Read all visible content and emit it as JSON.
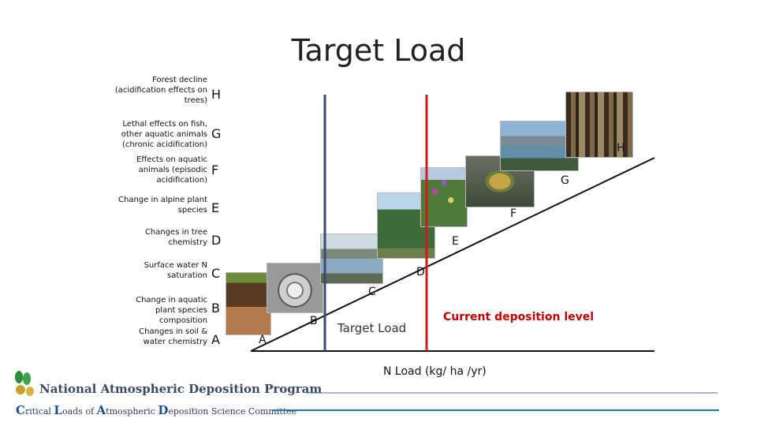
{
  "title": "Target Load",
  "levels": [
    {
      "letter": "H",
      "description": "Forest decline (acidification effects on trees)"
    },
    {
      "letter": "G",
      "description": "Lethal effects on fish, other aquatic animals (chronic acidification)"
    },
    {
      "letter": "F",
      "description": "Effects on aquatic animals (episodic acidification)"
    },
    {
      "letter": "E",
      "description": "Change in alpine plant species"
    },
    {
      "letter": "D",
      "description": "Changes in tree chemistry"
    },
    {
      "letter": "C",
      "description": "Surface water N saturation"
    },
    {
      "letter": "B",
      "description": "Change in aquatic plant species composition"
    },
    {
      "letter": "A",
      "description": "Changes in soil & water chemistry"
    }
  ],
  "curve_points": [
    "A",
    "B",
    "C",
    "D",
    "E",
    "F",
    "G",
    "H"
  ],
  "target_load_label": "Target Load",
  "current_deposition_label": "Current deposition level",
  "x_axis_label": "N Load (kg/ ha /yr)",
  "colors": {
    "target_line": "#3d4a6b",
    "current_line": "#d11a1a",
    "current_text": "#c00000",
    "axis": "#111111"
  },
  "org": {
    "line1": "National Atmospheric Deposition Program",
    "line2_parts": [
      {
        "cap": "C",
        "rest": "ritical "
      },
      {
        "cap": "L",
        "rest": "oads of "
      },
      {
        "cap": "A",
        "rest": "tmospheric "
      },
      {
        "cap": "D",
        "rest": "eposition Science Committee"
      }
    ]
  }
}
